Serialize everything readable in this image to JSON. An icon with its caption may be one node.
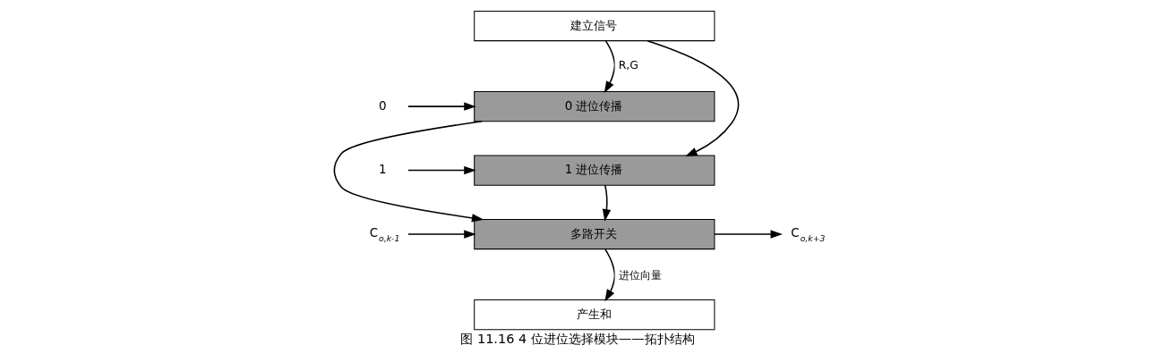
{
  "diagram": {
    "caption": "图 11.16 4 位进位选择模块——拓扑结构",
    "nodes": [
      {
        "text": [
          "建立信号"
        ]
      },
      {
        "text": [
          "0 进位传播"
        ]
      },
      {
        "text": [
          "1 进位传播"
        ]
      },
      {
        "text": [
          "多路开关"
        ]
      },
      {
        "text": [
          "产生和"
        ]
      },
      {
        "text": [
          "0"
        ]
      },
      {
        "text": [
          "1"
        ]
      },
      {
        "text": [
          "C$_{o,k-1}$"
        ]
      },
      {
        "text": [
          "C$_{o,k+3}$"
        ]
      }
    ],
    "edges": [
      {
        "from": 0,
        "to": 2,
        "arrow": "to"
      },
      {
        "from": 0,
        "to": 1,
        "arrow": "to",
        "label": "R,G"
      },
      {
        "from": 1,
        "to": 3,
        "arrow": "to"
      },
      {
        "from": 2,
        "to": 3,
        "arrow": "to"
      },
      {
        "from": 3,
        "to": 4,
        "arrow": "to",
        "label": "进位向量"
      },
      {
        "from": 5,
        "to": 1,
        "arrow": "to"
      },
      {
        "from": 6,
        "to": 2,
        "arrow": "to"
      },
      {
        "from": 7,
        "to": 3,
        "arrow": "to"
      },
      {
        "from": 3,
        "to": 8,
        "arrow": "to"
      }
    ]
  }
}
